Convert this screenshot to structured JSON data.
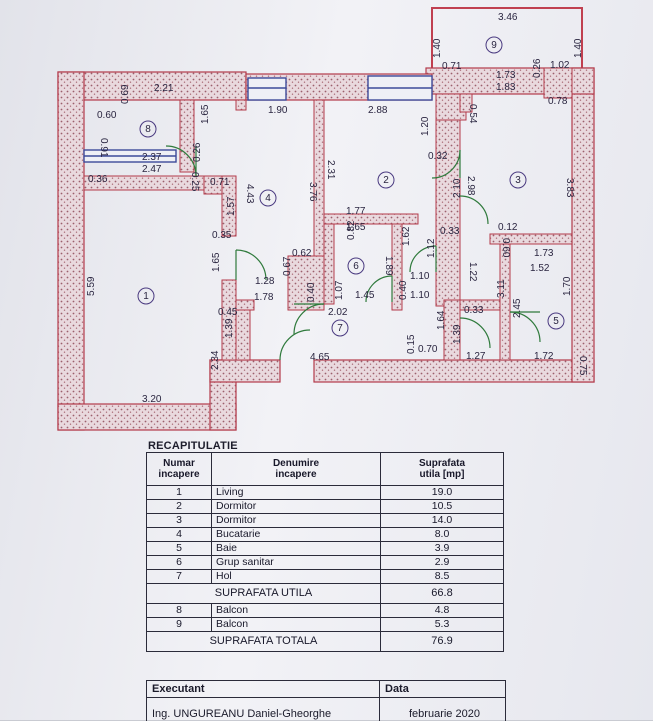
{
  "plan": {
    "rooms": [
      {
        "id": "room-1",
        "num": "1"
      },
      {
        "id": "room-2",
        "num": "2"
      },
      {
        "id": "room-3",
        "num": "3"
      },
      {
        "id": "room-4",
        "num": "4"
      },
      {
        "id": "room-5",
        "num": "5"
      },
      {
        "id": "room-6",
        "num": "6"
      },
      {
        "id": "room-7",
        "num": "7"
      },
      {
        "id": "room-8",
        "num": "8"
      },
      {
        "id": "room-9",
        "num": "9"
      }
    ],
    "dims": {
      "d346": "3.46",
      "d140a": "1.40",
      "d140b": "1.40",
      "d071": "0.71",
      "d173": "1.73",
      "d183": "1.83",
      "d026": "0.26",
      "d102": "1.02",
      "d221": "2.21",
      "d069": "0.69",
      "d060": "0.60",
      "d091": "0.91",
      "d165a": "1.65",
      "d190": "1.90",
      "d288": "2.88",
      "d054": "0.54",
      "d078": "0.78",
      "d120": "1.20",
      "d032": "0.32",
      "d237": "2.37",
      "d247": "2.47",
      "d026b": "0.26",
      "d036": "0.36",
      "d025": "0.25",
      "d071b": "0.71",
      "d443": "4.43",
      "d231": "2.31",
      "d376": "3.76",
      "d298": "2.98",
      "d383": "3.83",
      "d210": "2.10",
      "d157": "1.57",
      "d177": "1.77",
      "d165b": "1.65",
      "d082": "0.82",
      "d162": "1.62",
      "d012": "0.12",
      "d060b": "0.60",
      "d035": "0.35",
      "d033": "0.33",
      "d112": "1.12",
      "d173b": "1.73",
      "d152": "1.52",
      "d062": "0.62",
      "d189": "1.89",
      "d165c": "1.65",
      "d128": "1.28",
      "d067": "0.67",
      "d110a": "1.10",
      "d122": "1.22",
      "d559": "5.59",
      "d178": "1.78",
      "d040a": "0.40",
      "d107": "1.07",
      "d145": "1.45",
      "d040b": "0.40",
      "d110b": "1.10",
      "d311": "3.11",
      "d170": "1.70",
      "d245": "2.45",
      "d045": "0.45",
      "d202": "2.02",
      "d033b": "0.33",
      "d139a": "1.39",
      "d164": "1.64",
      "d139b": "1.39",
      "d234": "2.34",
      "d465": "4.65",
      "d015": "0.15",
      "d070": "0.70",
      "d127": "1.27",
      "d172": "1.72",
      "d075": "0.75",
      "d320": "3.20"
    }
  },
  "table": {
    "title": "RECAPITULATIE",
    "headers": {
      "nr": "Numar\nincapere",
      "name": "Denumire\nincapere",
      "area": "Suprafata\nutila [mp]"
    },
    "rows": [
      {
        "nr": "1",
        "name": "Living",
        "area": "19.0"
      },
      {
        "nr": "2",
        "name": "Dormitor",
        "area": "10.5"
      },
      {
        "nr": "3",
        "name": "Dormitor",
        "area": "14.0"
      },
      {
        "nr": "4",
        "name": "Bucatarie",
        "area": "8.0"
      },
      {
        "nr": "5",
        "name": "Baie",
        "area": "3.9"
      },
      {
        "nr": "6",
        "name": "Grup sanitar",
        "area": "2.9"
      },
      {
        "nr": "7",
        "name": "Hol",
        "area": "8.5"
      }
    ],
    "subtotal": {
      "label": "SUPRAFATA UTILA",
      "value": "66.8"
    },
    "balconies": [
      {
        "nr": "8",
        "name": "Balcon",
        "area": "4.8"
      },
      {
        "nr": "9",
        "name": "Balcon",
        "area": "5.3"
      }
    ],
    "total": {
      "label": "SUPRAFATA TOTALA",
      "value": "76.9"
    }
  },
  "footer": {
    "executant_label": "Executant",
    "data_label": "Data",
    "executant_name": "Ing. UNGUREANU Daniel-Gheorghe",
    "date": "februarie 2020"
  }
}
